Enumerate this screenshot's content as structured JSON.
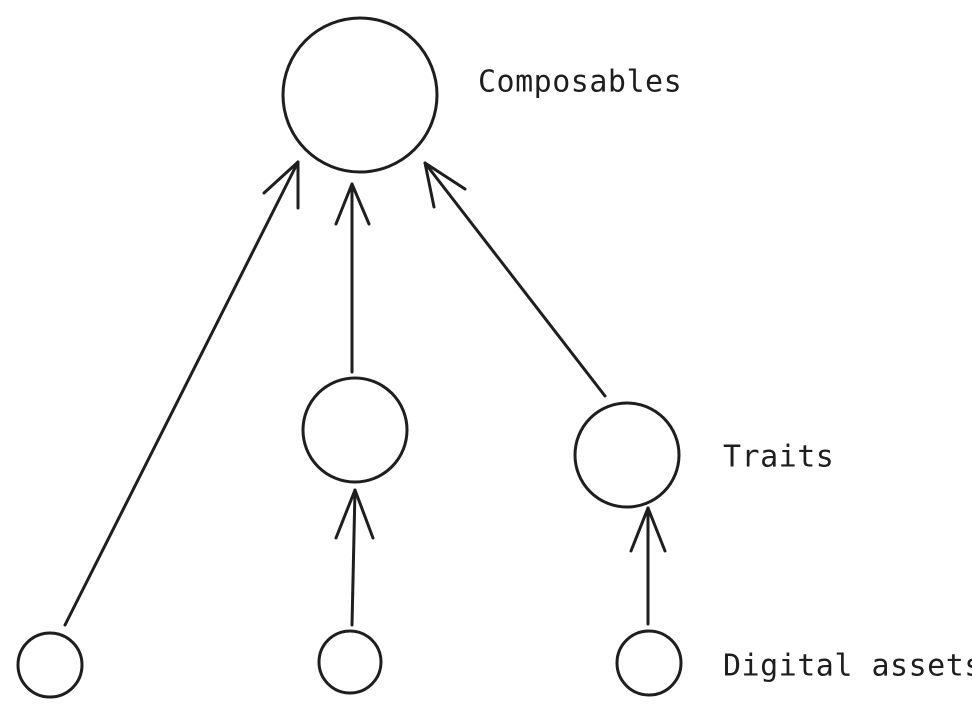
{
  "diagram": {
    "labels": {
      "composables": "Composables",
      "traits": "Traits",
      "digital_assets": "Digital assets"
    },
    "nodes": [
      {
        "id": "composable",
        "level": "composables"
      },
      {
        "id": "trait-1",
        "level": "traits"
      },
      {
        "id": "trait-2",
        "level": "traits"
      },
      {
        "id": "asset-1",
        "level": "digital_assets"
      },
      {
        "id": "asset-2",
        "level": "digital_assets"
      },
      {
        "id": "asset-3",
        "level": "digital_assets"
      }
    ],
    "edges": [
      {
        "from": "asset-1",
        "to": "composable"
      },
      {
        "from": "trait-1",
        "to": "composable"
      },
      {
        "from": "trait-2",
        "to": "composable"
      },
      {
        "from": "asset-2",
        "to": "trait-1"
      },
      {
        "from": "asset-3",
        "to": "trait-2"
      }
    ],
    "colors": {
      "stroke": "#1e1e1e",
      "background": "#ffffff"
    }
  }
}
